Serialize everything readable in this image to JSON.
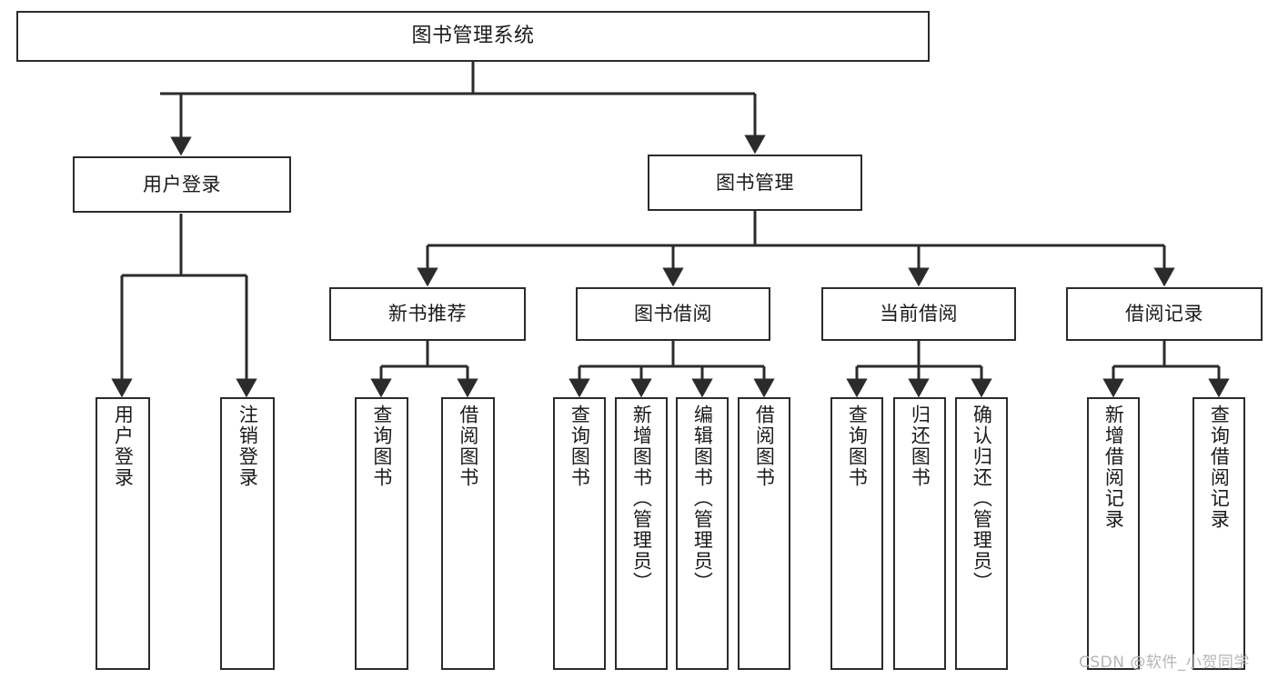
{
  "diagram": {
    "title": "图书管理系统",
    "type": "tree-hierarchy",
    "root": {
      "id": "root",
      "label": "图书管理系统"
    },
    "level1": [
      {
        "id": "user-login",
        "label": "用户登录"
      },
      {
        "id": "book-manage",
        "label": "图书管理"
      }
    ],
    "level2": [
      {
        "id": "new-book-rec",
        "label": "新书推荐"
      },
      {
        "id": "book-borrow",
        "label": "图书借阅"
      },
      {
        "id": "current-borrow",
        "label": "当前借阅"
      },
      {
        "id": "borrow-record",
        "label": "借阅记录"
      }
    ],
    "leaves": {
      "user_login": [
        {
          "id": "leaf-user-login",
          "label": "用户登录"
        },
        {
          "id": "leaf-user-logout",
          "label": "注销登录"
        }
      ],
      "new_book_rec": [
        {
          "id": "leaf-query-book-1",
          "label": "查询图书"
        },
        {
          "id": "leaf-borrow-book-1",
          "label": "借阅图书"
        }
      ],
      "book_borrow": [
        {
          "id": "leaf-query-book-2",
          "label": "查询图书"
        },
        {
          "id": "leaf-add-book",
          "label": "新增图书（管理员）"
        },
        {
          "id": "leaf-edit-book",
          "label": "编辑图书（管理员）"
        },
        {
          "id": "leaf-borrow-book-2",
          "label": "借阅图书"
        }
      ],
      "current_borrow": [
        {
          "id": "leaf-query-book-3",
          "label": "查询图书"
        },
        {
          "id": "leaf-return-book",
          "label": "归还图书"
        },
        {
          "id": "leaf-confirm-return",
          "label": "确认归还（管理员）"
        }
      ],
      "borrow_record": [
        {
          "id": "leaf-add-record",
          "label": "新增借阅记录"
        },
        {
          "id": "leaf-query-record",
          "label": "查询借阅记录"
        }
      ]
    }
  },
  "watermark": {
    "text": "CSDN @软件_小贺同学"
  },
  "colors": {
    "stroke": "#2b2b2b",
    "background": "#ffffff",
    "text": "#1a1a1a",
    "watermark": "#b6b6b6"
  }
}
